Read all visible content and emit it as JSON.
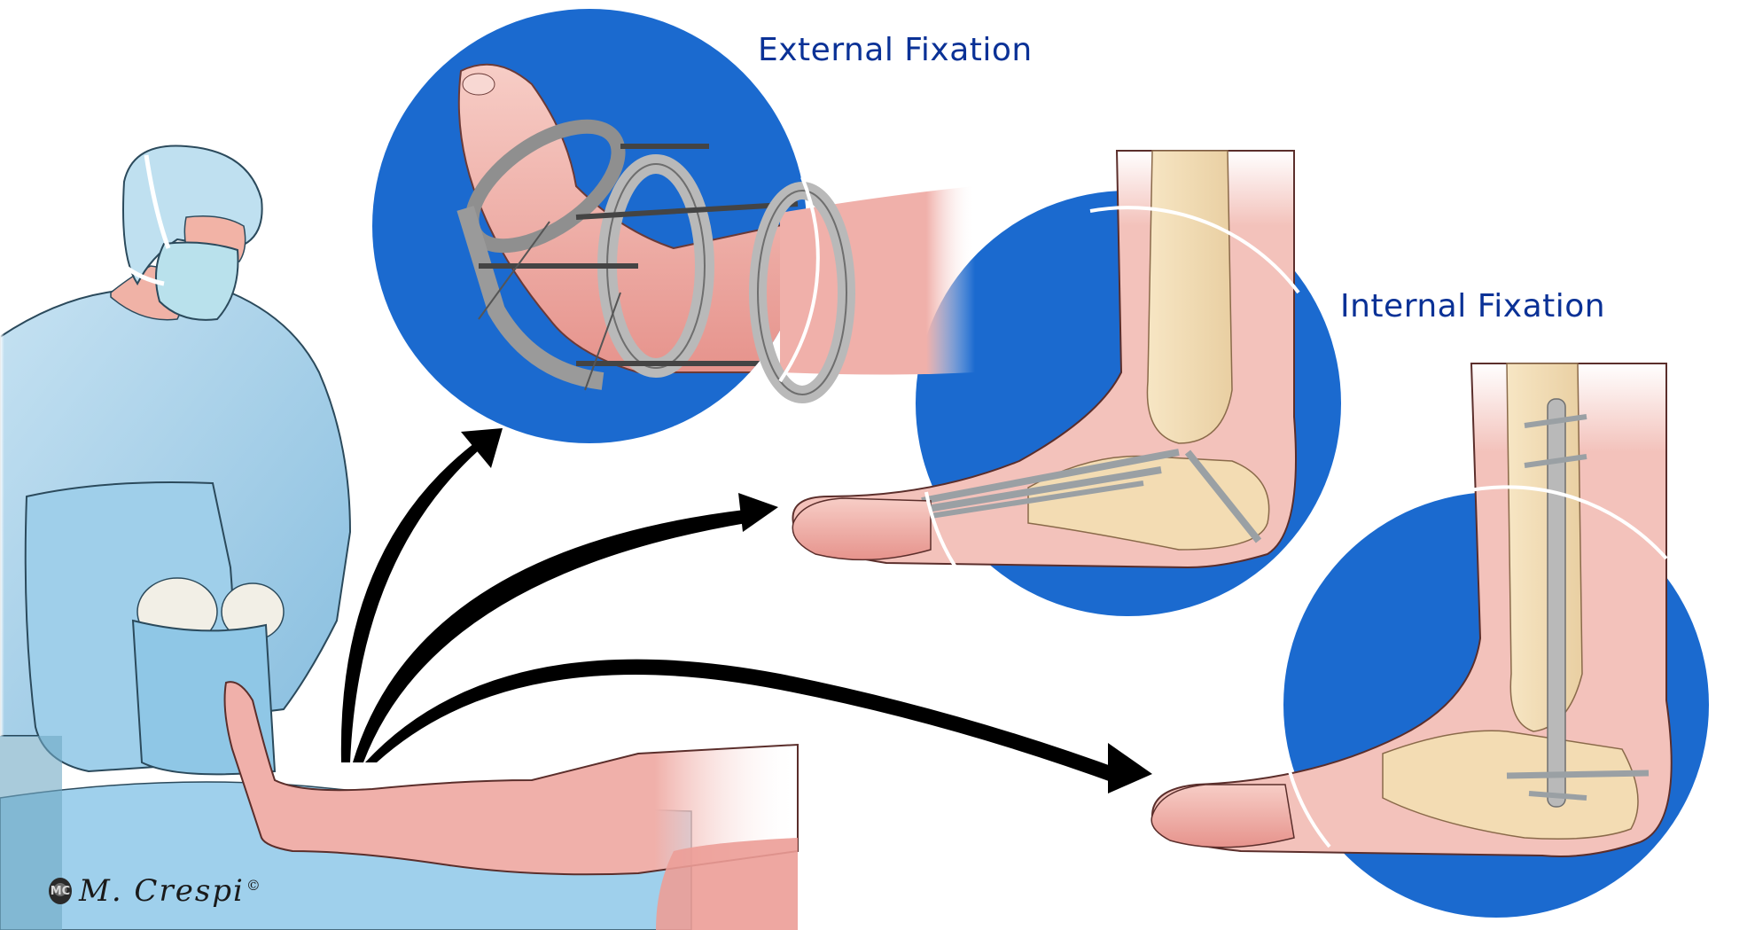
{
  "figure": {
    "type": "medical-illustration",
    "description": "Surgeon draping patient's leg; arrows point to external fixation (circular ring frame) and two internal fixation options for the foot/ankle",
    "colors": {
      "circle_blue": "#1b6acf",
      "label_blue": "#0a3196",
      "arrow": "#000000",
      "skin": "#f2b9b3",
      "gown": "#a9d2ea",
      "metal": "#a8a8a8",
      "bone": "#f5dfb8"
    }
  },
  "labels": {
    "external_fixation": "External Fixation",
    "internal_fixation": "Internal Fixation"
  },
  "panels": [
    {
      "id": "external",
      "title": "External Fixation",
      "content": "Foot and ankle in circular ring external fixator with transfixion wires"
    },
    {
      "id": "internal-1",
      "content": "Lateral ankle/foot with multiple screws through midfoot and subtalar joint"
    },
    {
      "id": "internal-2",
      "content": "Lateral ankle/foot with retrograde intramedullary nail and locking screws"
    }
  ],
  "arrows": [
    {
      "from": "patient-foot",
      "to": "external"
    },
    {
      "from": "patient-foot",
      "to": "internal-1"
    },
    {
      "from": "patient-foot",
      "to": "internal-2"
    }
  ],
  "signature": {
    "logo": "MC",
    "text": "M. Crespi",
    "copyright": "©"
  }
}
